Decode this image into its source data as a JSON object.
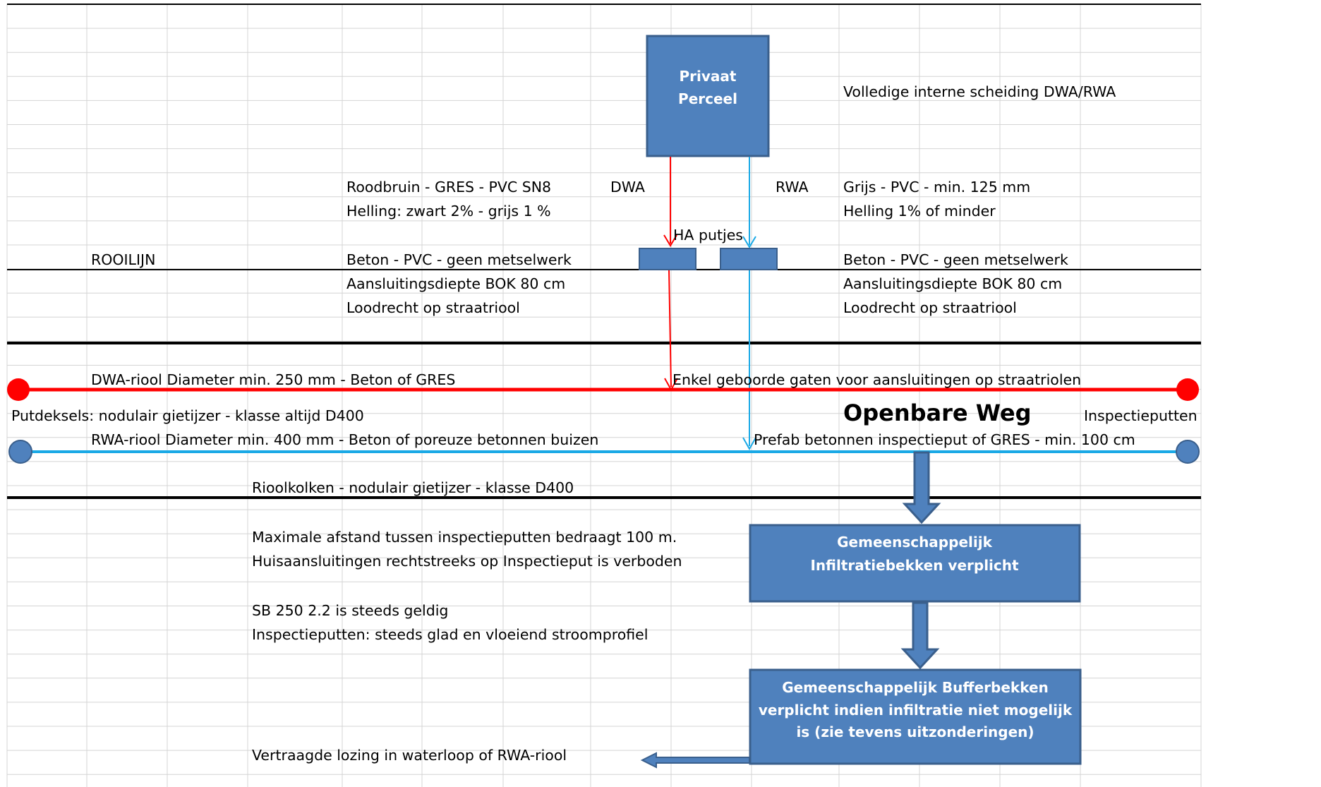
{
  "colors": {
    "dwa": "#ff0000",
    "rwa": "#1aa9e6",
    "box_fill": "#4f81bd",
    "box_stroke": "#3a5f8c",
    "grid": "#d4d4d4"
  },
  "boxes": {
    "privaat_line1": "Privaat",
    "privaat_line2": "Perceel",
    "infiltratie_line1": "Gemeenschappelijk",
    "infiltratie_line2": "Infiltratiebekken verplicht",
    "buffer_line1": "Gemeenschappelijk Bufferbekken",
    "buffer_line2": "verplicht indien infiltratie niet mogelijk",
    "buffer_line3": "is (zie tevens uitzonderingen)"
  },
  "labels": {
    "scheiding": "Volledige interne scheiding DWA/RWA",
    "dwa_materiaal": "Roodbruin - GRES - PVC SN8",
    "dwa": "DWA",
    "rwa": "RWA",
    "rwa_materiaal": "Grijs - PVC - min. 125 mm",
    "dwa_helling": "Helling: zwart 2% - grijs 1 %",
    "rwa_helling": "Helling 1% of minder",
    "ha_putjes": "HA putjes",
    "rooilijn": "ROOILIJN",
    "beton_links": "Beton - PVC - geen metselwerk",
    "beton_rechts": "Beton - PVC - geen metselwerk",
    "diepte_links": "Aansluitingsdiepte BOK 80 cm",
    "diepte_rechts": "Aansluitingsdiepte BOK 80 cm",
    "loodrecht_links": "Loodrecht op straatriool",
    "loodrecht_rechts": "Loodrecht op straatriool",
    "dwa_riool": "DWA-riool Diameter min. 250 mm - Beton of GRES",
    "geboorde_gaten": "Enkel geboorde gaten voor aansluitingen op straatriolen",
    "putdeksels": "Putdeksels: nodulair gietijzer - klasse altijd D400",
    "openbare_weg": "Openbare Weg",
    "inspectieputten": "Inspectieputten",
    "rwa_riool": "RWA-riool Diameter min. 400 mm - Beton of  poreuze betonnen buizen",
    "prefab": "Prefab betonnen inspectieput of GRES - min. 100 cm",
    "rioolkolken": "Rioolkolken - nodulair gietijzer - klasse D400",
    "max_afstand": "Maximale afstand tussen inspectieputten bedraagt 100 m.",
    "huisaansluitingen": "Huisaansluitingen rechtstreeks op Inspectieput is verboden",
    "sb250": "SB 250 2.2 is steeds geldig",
    "stroomprofiel": "Inspectieputten: steeds glad en vloeiend stroomprofiel",
    "vertraagde_lozing": "Vertraagde lozing in waterloop of RWA-riool"
  }
}
